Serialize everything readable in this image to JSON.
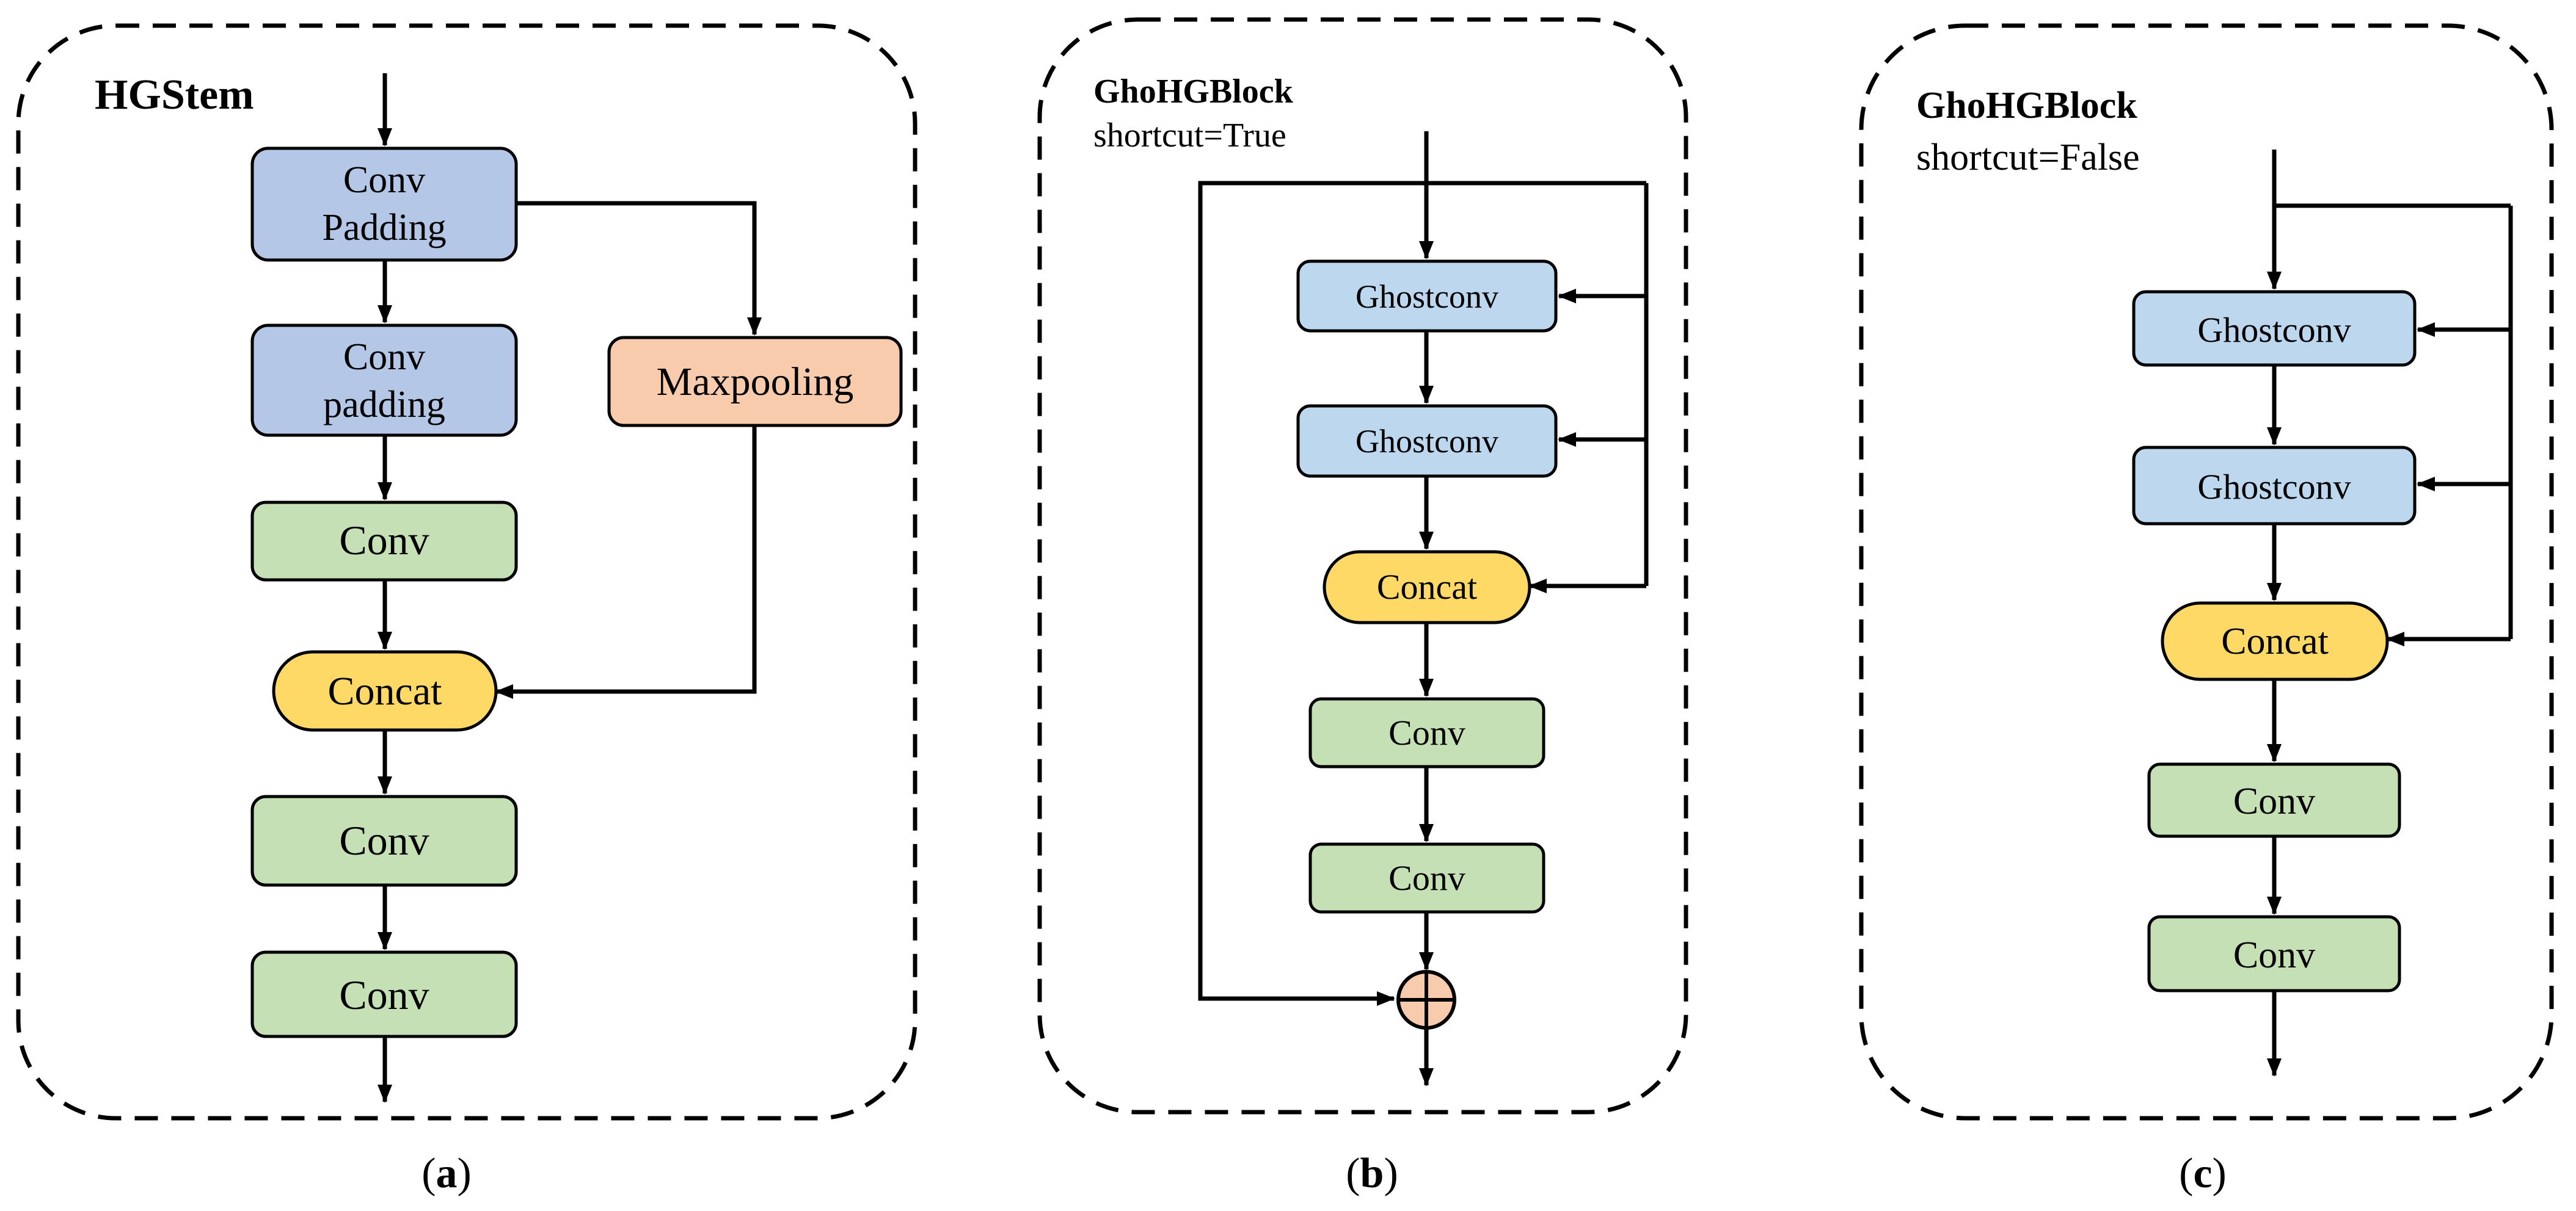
{
  "colors": {
    "blue_conv": "#b4c7e7",
    "light_blue": "#bdd7ee",
    "green_conv": "#c5e0b4",
    "orange_pool": "#f8cbad",
    "yellow_concat": "#ffd966",
    "add_fill": "#f8cbad",
    "stroke": "#000000"
  },
  "panel_a": {
    "title": "HGStem",
    "conv_padding_1": [
      "Conv",
      "Padding"
    ],
    "conv_padding_2": [
      "Conv",
      "padding"
    ],
    "maxpooling": "Maxpooling",
    "conv_1": "Conv",
    "concat": "Concat",
    "conv_2": "Conv",
    "conv_3": "Conv",
    "caption_letter": "a"
  },
  "panel_b": {
    "title": "GhoHGBlock",
    "subtitle": "shortcut=True",
    "ghostconv_1": "Ghostconv",
    "ghostconv_2": "Ghostconv",
    "concat": "Concat",
    "conv_1": "Conv",
    "conv_2": "Conv",
    "add_icon": "circle-plus-icon",
    "caption_letter": "b"
  },
  "panel_c": {
    "title": "GhoHGBlock",
    "subtitle": "shortcut=False",
    "ghostconv_1": "Ghostconv",
    "ghostconv_2": "Ghostconv",
    "concat": "Concat",
    "conv_1": "Conv",
    "conv_2": "Conv",
    "caption_letter": "c"
  }
}
